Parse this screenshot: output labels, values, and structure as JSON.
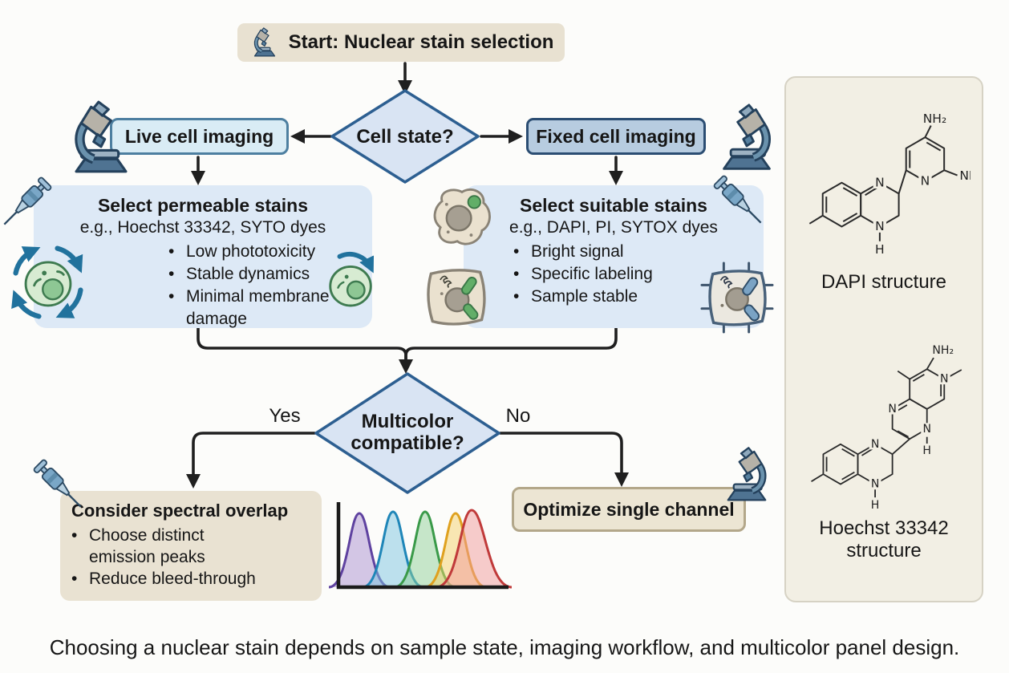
{
  "figure": {
    "caption": "Choosing a nuclear stain depends on sample state, imaging workflow, and multicolor panel design."
  },
  "flow": {
    "start": {
      "label": "Start: Nuclear stain selection"
    },
    "cell_state_decision": {
      "label": "Cell state?"
    },
    "live_branch": {
      "label": "Live cell imaging"
    },
    "fixed_branch": {
      "label": "Fixed cell imaging"
    },
    "permeable_panel": {
      "title": "Select permeable stains",
      "subtitle": "e.g., Hoechst 33342, SYTO dyes",
      "bullets": [
        "Low phototoxicity",
        "Stable dynamics",
        "Minimal membrane damage"
      ]
    },
    "suitable_panel": {
      "title": "Select suitable stains",
      "subtitle": "e.g., DAPI, PI, SYTOX dyes",
      "bullets": [
        "Bright signal",
        "Specific labeling",
        "Sample stable"
      ]
    },
    "multicolor_decision": {
      "line1": "Multicolor",
      "line2": "compatible?",
      "yes": "Yes",
      "no": "No"
    },
    "spectral_box": {
      "title": "Consider spectral overlap",
      "bullets": [
        "Choose distinct emission peaks",
        "Reduce bleed-through"
      ]
    },
    "optimize_box": {
      "label": "Optimize single channel"
    }
  },
  "sidebar": {
    "dapi_label": "DAPI structure",
    "hoechst_label_line1": "Hoechst 33342",
    "hoechst_label_line2": "structure",
    "atom_labels": {
      "n": "N",
      "h": "H",
      "nh2": "NH₂"
    }
  },
  "chart_data": {
    "type": "area",
    "title": "Overlapping fluorophore emission spectra (schematic, no tick labels)",
    "xlabel": "",
    "ylabel": "",
    "axis_ticks": false,
    "legend": "none",
    "series": [
      {
        "name": "violet emission peak",
        "color": "#5f42a0",
        "peak_position": 0.16,
        "peak_height": 1.0
      },
      {
        "name": "blue emission peak",
        "color": "#1f86b8",
        "peak_position": 0.36,
        "peak_height": 1.0
      },
      {
        "name": "green emission peak",
        "color": "#3a9a49",
        "peak_position": 0.55,
        "peak_height": 1.0
      },
      {
        "name": "yellow emission peak",
        "color": "#dfa11f",
        "peak_position": 0.72,
        "peak_height": 0.98
      },
      {
        "name": "red emission peak",
        "color": "#c03a3a",
        "peak_position": 0.81,
        "peak_height": 1.0
      }
    ]
  },
  "colors": {
    "beige_box": "#e8e1d1",
    "light_blue_box": "#d9ecf5",
    "medium_blue_box": "#b7cce0",
    "panel_blue": "#dde9f6",
    "diamond_fill": "#d9e4f3",
    "diamond_border": "#2d5f91",
    "optimize_border": "#b3a78a",
    "sidebar_bg": "#f2efe4",
    "arrow": "#1f1f1f",
    "cell_green": "#d7ebd2",
    "cell_beige": "#eae1cf",
    "arrow_teal": "#21729d"
  }
}
